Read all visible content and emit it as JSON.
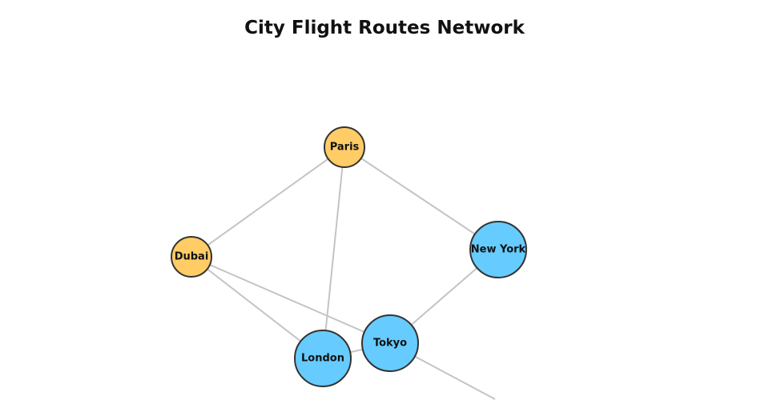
{
  "title": "City Flight Routes Network",
  "colors": {
    "hub_a": "#ffcc66",
    "hub_b": "#66ccff",
    "edge": "#c4c4c4"
  },
  "nodes": [
    {
      "id": "paris",
      "label": "Paris",
      "group": "hub_a"
    },
    {
      "id": "dubai",
      "label": "Dubai",
      "group": "hub_a"
    },
    {
      "id": "newyork",
      "label": "New York",
      "group": "hub_b"
    },
    {
      "id": "tokyo",
      "label": "Tokyo",
      "group": "hub_b"
    },
    {
      "id": "london",
      "label": "London",
      "group": "hub_b"
    }
  ],
  "edges": [
    [
      "paris",
      "dubai"
    ],
    [
      "paris",
      "london"
    ],
    [
      "paris",
      "newyork"
    ],
    [
      "dubai",
      "london"
    ],
    [
      "dubai",
      "tokyo"
    ],
    [
      "newyork",
      "tokyo"
    ],
    [
      "london",
      "tokyo"
    ],
    [
      "tokyo",
      "offscreen"
    ]
  ]
}
